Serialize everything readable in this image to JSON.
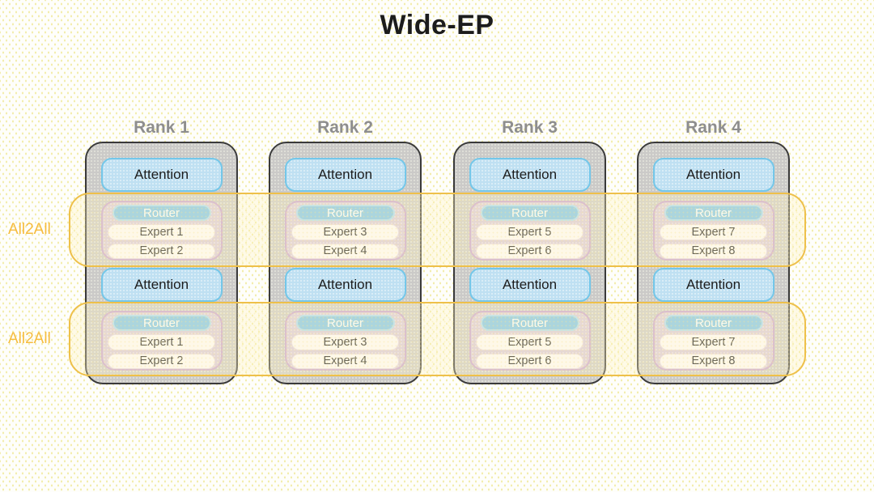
{
  "title": "Wide-EP",
  "bands": [
    {
      "label": "All2All"
    },
    {
      "label": "All2All"
    }
  ],
  "ranks": [
    {
      "name": "Rank 1",
      "sections": [
        {
          "attention": "Attention",
          "router": "Router",
          "experts": [
            "Expert 1",
            "Expert 2"
          ]
        },
        {
          "attention": "Attention",
          "router": "Router",
          "experts": [
            "Expert 1",
            "Expert 2"
          ]
        }
      ]
    },
    {
      "name": "Rank 2",
      "sections": [
        {
          "attention": "Attention",
          "router": "Router",
          "experts": [
            "Expert 3",
            "Expert 4"
          ]
        },
        {
          "attention": "Attention",
          "router": "Router",
          "experts": [
            "Expert 3",
            "Expert 4"
          ]
        }
      ]
    },
    {
      "name": "Rank 3",
      "sections": [
        {
          "attention": "Attention",
          "router": "Router",
          "experts": [
            "Expert 5",
            "Expert 6"
          ]
        },
        {
          "attention": "Attention",
          "router": "Router",
          "experts": [
            "Expert 5",
            "Expert 6"
          ]
        }
      ]
    },
    {
      "name": "Rank 4",
      "sections": [
        {
          "attention": "Attention",
          "router": "Router",
          "experts": [
            "Expert 7",
            "Expert 8"
          ]
        },
        {
          "attention": "Attention",
          "router": "Router",
          "experts": [
            "Expert 7",
            "Expert 8"
          ]
        }
      ]
    }
  ],
  "colors": {
    "band_border": "#eec04a",
    "band_text": "#f6bc3f",
    "rank_fill": "#cbcac8",
    "rank_border": "#3a3a3a",
    "rank_title_text": "#8e8e8e",
    "attention_fill": "#bfe0f2",
    "attention_border": "#74c7e9",
    "moe_fill": "#d9c9dc",
    "moe_border": "#c8a3d3",
    "router_fill": "#7ec5eb",
    "expert_fill": "#fdfafc",
    "title_text": "#1c1c1c"
  }
}
